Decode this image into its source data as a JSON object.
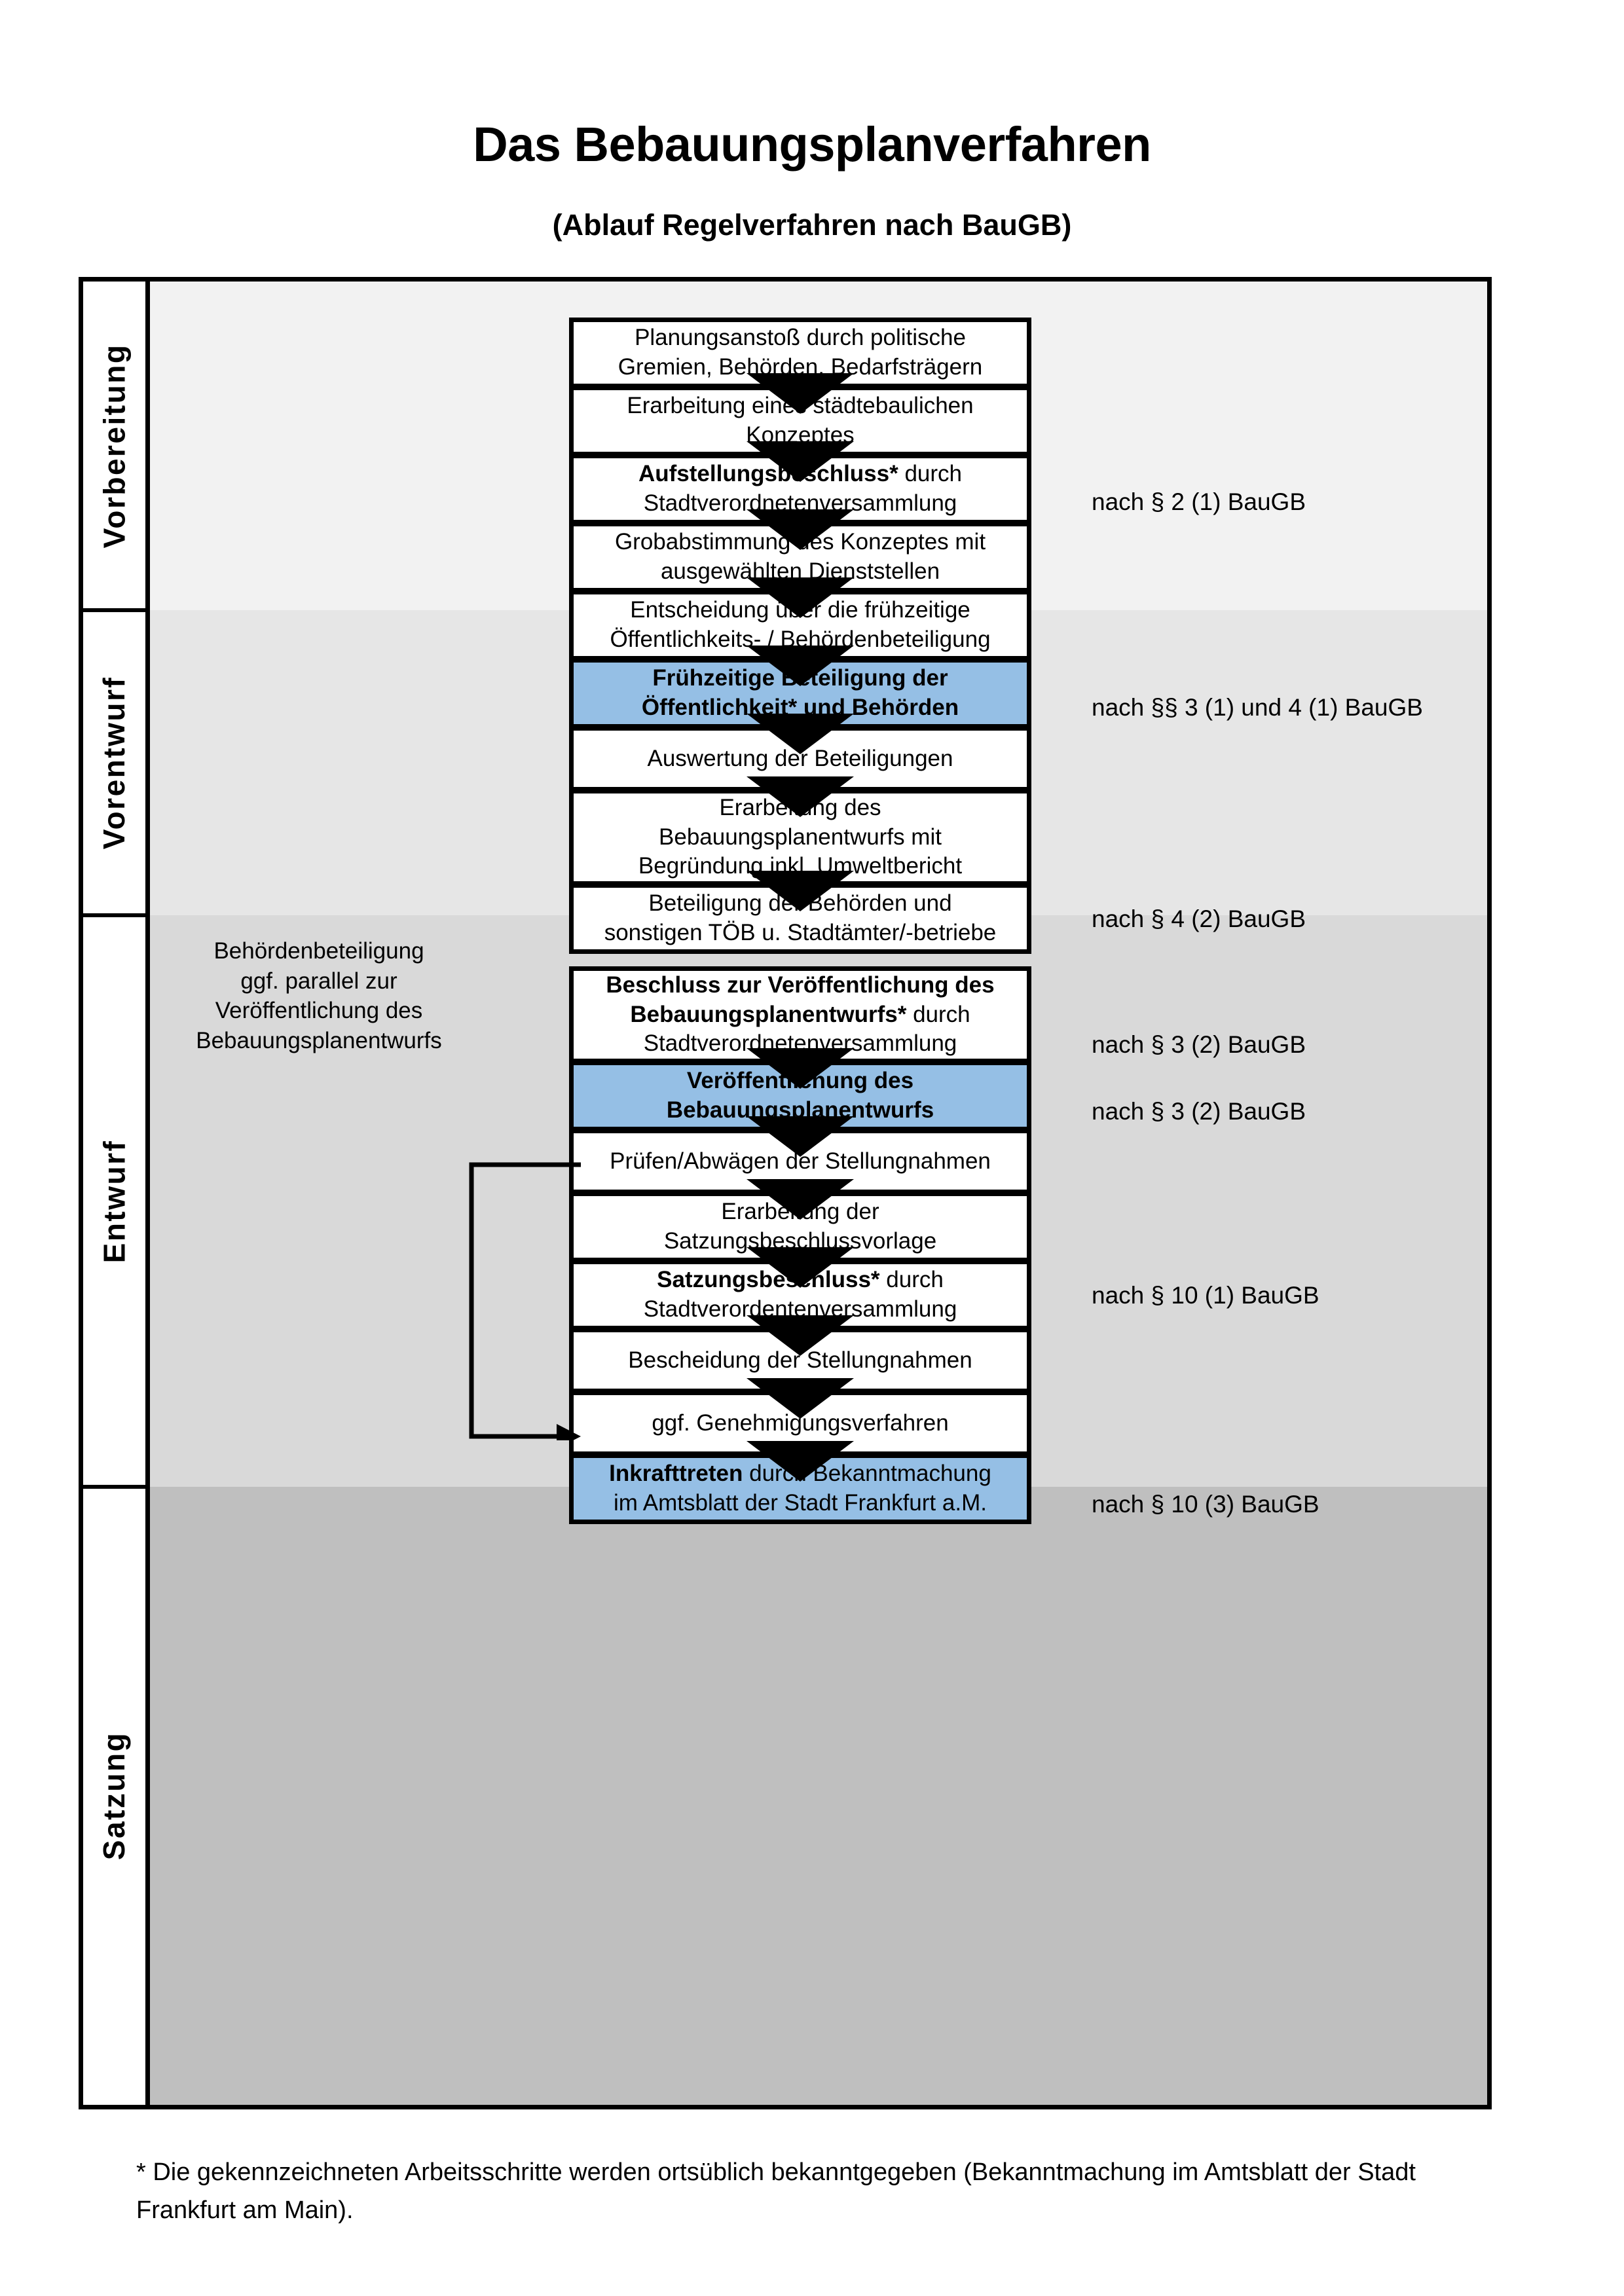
{
  "title": "Das Bebauungsplanverfahren",
  "subtitle": "(Ablauf Regelverfahren nach BauGB)",
  "colors": {
    "highlight_blue": "#95bfe5",
    "band_vorbereitung": "#f2f2f2",
    "band_vorentwurf": "#e6e6e6",
    "band_entwurf": "#d9d9d9",
    "band_satzung": "#bfbfbf",
    "border": "#000000"
  },
  "stages": [
    {
      "id": "vorbereitung",
      "label": "Vorbereitung"
    },
    {
      "id": "vorentwurf",
      "label": "Vorentwurf"
    },
    {
      "id": "entwurf",
      "label": "Entwurf"
    },
    {
      "id": "satzung",
      "label": "Satzung"
    }
  ],
  "steps": [
    {
      "id": "planungsanstoss",
      "stage": "vorbereitung",
      "highlight": false,
      "lines": [
        {
          "text": "Planungsanstoß durch politische",
          "bold": false
        },
        {
          "text": "Gremien, Behörden, Bedarfsträgern",
          "bold": false
        }
      ]
    },
    {
      "id": "staedtebaul-konzept",
      "stage": "vorbereitung",
      "highlight": false,
      "lines": [
        {
          "text": "Erarbeitung eines städtebaulichen",
          "bold": false
        },
        {
          "text": "Konzeptes",
          "bold": false
        }
      ]
    },
    {
      "id": "aufstellungsbeschluss",
      "stage": "vorbereitung",
      "highlight": false,
      "lines": [
        {
          "text": "Aufstellungsbeschluss*",
          "bold": true,
          "suffix": " durch"
        },
        {
          "text": "Stadtverordnetenversammlung",
          "bold": false
        }
      ]
    },
    {
      "id": "grobabstimmung",
      "stage": "vorentwurf",
      "highlight": false,
      "lines": [
        {
          "text": "Grobabstimmung des Konzeptes mit",
          "bold": false
        },
        {
          "text": "ausgewählten Dienststellen",
          "bold": false
        }
      ]
    },
    {
      "id": "entscheidung-fruehzeitig",
      "stage": "vorentwurf",
      "highlight": false,
      "lines": [
        {
          "text": "Entscheidung über die frühzeitige",
          "bold": false
        },
        {
          "text": "Öffentlichkeits- / Behördenbeteiligung",
          "bold": false
        }
      ]
    },
    {
      "id": "fruehzeitige-beteiligung",
      "stage": "vorentwurf",
      "highlight": true,
      "lines": [
        {
          "text": "Frühzeitige Beteiligung der",
          "bold": true
        },
        {
          "text": "Öffentlichkeit* und Behörden",
          "bold": true
        }
      ]
    },
    {
      "id": "auswertung",
      "stage": "entwurf",
      "highlight": false,
      "lines": [
        {
          "text": "Auswertung der Beteiligungen",
          "bold": false
        }
      ]
    },
    {
      "id": "erarbeitung-entwurf",
      "stage": "entwurf",
      "highlight": false,
      "lines": [
        {
          "text": "Erarbeitung des",
          "bold": false
        },
        {
          "text": "Bebauungsplanentwurfs mit",
          "bold": false
        },
        {
          "text": "Begründung inkl. Umweltbericht",
          "bold": false
        }
      ]
    },
    {
      "id": "beteiligung-behoerden",
      "stage": "entwurf",
      "highlight": false,
      "lines": [
        {
          "text": "Beteiligung der Behörden und",
          "bold": false
        },
        {
          "text": "sonstigen TÖB u. Stadtämter/-betriebe",
          "bold": false
        }
      ]
    },
    {
      "id": "beschluss-veroeffentlichung",
      "stage": "entwurf",
      "highlight": false,
      "lines": [
        {
          "text": "Beschluss zur Veröffentlichung des",
          "bold": true
        },
        {
          "text": "Bebauungsplanentwurfs*",
          "bold": true,
          "suffix": " durch"
        },
        {
          "text": "Stadtverordnetenversammlung",
          "bold": false
        }
      ]
    },
    {
      "id": "veroeffentlichung",
      "stage": "entwurf",
      "highlight": true,
      "lines": [
        {
          "text": "Veröffentlichung des",
          "bold": true
        },
        {
          "text": "Bebauungsplanentwurfs",
          "bold": true
        }
      ]
    },
    {
      "id": "pruefen-abwaegen",
      "stage": "satzung",
      "highlight": false,
      "lines": [
        {
          "text": "Prüfen/Abwägen der Stellungnahmen",
          "bold": false
        }
      ]
    },
    {
      "id": "satzungsbeschlussvorlage",
      "stage": "satzung",
      "highlight": false,
      "lines": [
        {
          "text": "Erarbeitung der",
          "bold": false
        },
        {
          "text": "Satzungsbeschlussvorlage",
          "bold": false
        }
      ]
    },
    {
      "id": "satzungsbeschluss",
      "stage": "satzung",
      "highlight": false,
      "lines": [
        {
          "text": "Satzungsbeschluss*",
          "bold": true,
          "suffix": " durch"
        },
        {
          "text": "Stadtverordentenversammlung",
          "bold": false
        }
      ]
    },
    {
      "id": "bescheidung",
      "stage": "satzung",
      "highlight": false,
      "lines": [
        {
          "text": "Bescheidung der Stellungnahmen",
          "bold": false
        }
      ]
    },
    {
      "id": "genehmigungsverfahren",
      "stage": "satzung",
      "highlight": false,
      "lines": [
        {
          "text": "ggf. Genehmigungsverfahren",
          "bold": false
        }
      ]
    },
    {
      "id": "inkrafttreten",
      "stage": "satzung",
      "highlight": true,
      "lines": [
        {
          "text": "Inkrafttreten",
          "bold": true,
          "suffix": " durch Bekanntmachung"
        },
        {
          "text": "im Amtsblatt der Stadt Frankfurt a.M.",
          "bold": false
        }
      ]
    }
  ],
  "legal_notes": [
    {
      "id": "note-par2-1",
      "text": "nach § 2 (1) BauGB"
    },
    {
      "id": "note-par3-4-1",
      "text": "nach §§ 3 (1) und 4 (1) BauGB"
    },
    {
      "id": "note-par4-2",
      "text": "nach § 4 (2) BauGB"
    },
    {
      "id": "note-par3-2a",
      "text": "nach § 3 (2) BauGB"
    },
    {
      "id": "note-par3-2b",
      "text": "nach § 3 (2) BauGB"
    },
    {
      "id": "note-par10-1",
      "text": "nach § 10 (1) BauGB"
    },
    {
      "id": "note-par10-3",
      "text": "nach § 10 (3) BauGB"
    }
  ],
  "side_note": {
    "lines": [
      "Behördenbeteiligung",
      "ggf. parallel zur",
      "Veröffentlichung des",
      "Bebauungsplanentwurfs"
    ]
  },
  "footnote": "* Die gekennzeichneten Arbeitsschritte werden ortsüblich bekanntgegeben (Bekanntmachung im Amtsblatt  der Stadt Frankfurt am Main)."
}
